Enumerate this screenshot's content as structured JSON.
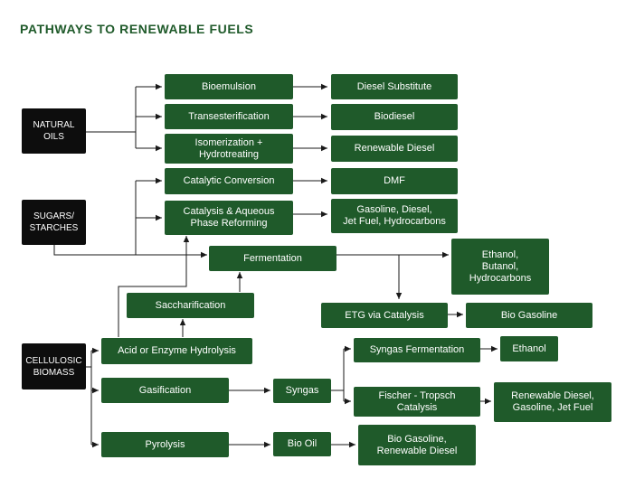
{
  "title": "PATHWAYS TO RENEWABLE FUELS",
  "colors": {
    "box_green": "#1f5a2a",
    "source_black": "#0d0d0d",
    "line": "#1a1a1a"
  },
  "sources": {
    "natural_oils": "NATURAL\nOILS",
    "sugars": "SUGARS/\nSTARCHES",
    "cellulosic": "CELLULOSIC\nBIOMASS"
  },
  "process": {
    "bioemulsion": "Bioemulsion",
    "transesterification": "Transesterification",
    "isomerization": "Isomerization +\nHydrotreating",
    "catalytic_conversion": "Catalytic Conversion",
    "aqueous_phase": "Catalysis & Aqueous\nPhase Reforming",
    "fermentation": "Fermentation",
    "saccharification": "Saccharification",
    "hydrolysis": "Acid or Enzyme Hydrolysis",
    "etg": "ETG via Catalysis",
    "gasification": "Gasification",
    "syngas": "Syngas",
    "syngas_fermentation": "Syngas Fermentation",
    "fischer_tropsch": "Fischer - Tropsch\nCatalysis",
    "pyrolysis": "Pyrolysis",
    "bio_oil": "Bio Oil"
  },
  "products": {
    "diesel_substitute": "Diesel Substitute",
    "biodiesel": "Biodiesel",
    "renewable_diesel": "Renewable Diesel",
    "dmf": "DMF",
    "gasoline_mix": "Gasoline, Diesel,\nJet Fuel, Hydrocarbons",
    "ethanol_mix": "Ethanol,\nButanol,\nHydrocarbons",
    "bio_gasoline": "Bio Gasoline",
    "ethanol": "Ethanol",
    "renewable_mix": "Renewable Diesel,\nGasoline, Jet Fuel",
    "bio_gasoline_renewable": "Bio Gasoline,\nRenewable Diesel"
  }
}
